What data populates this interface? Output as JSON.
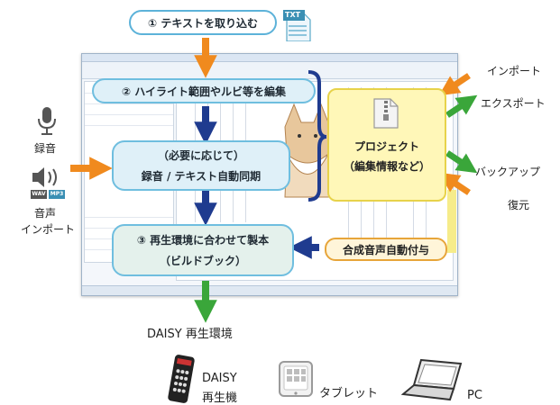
{
  "steps": {
    "step1": "① テキストを取り込む",
    "step2": "② ハイライト範囲やルビ等を編集",
    "recording_line1": "（必要に応じて）",
    "recording_line2": "録音 / テキスト自動同期",
    "step3_line1": "③ 再生環境に合わせて製本",
    "step3_line2": "（ビルドブック）"
  },
  "project": {
    "line1": "プロジェクト",
    "line2": "（編集情報など）"
  },
  "tts": "合成音声自動付与",
  "right_labels": {
    "import": "インポート",
    "export": "エクスポート",
    "backup": "バックアップ",
    "restore": "復元"
  },
  "left_labels": {
    "recording": "録音",
    "audio_import_line1": "音声",
    "audio_import_line2": "インポート"
  },
  "file_icons": {
    "txt": "TXT",
    "wav": "WAV",
    "mp3": "MP3"
  },
  "output": {
    "title": "DAISY 再生環境",
    "devices": [
      {
        "name_line1": "DAISY",
        "name_line2": "再生機",
        "icon": "daisy-player-icon"
      },
      {
        "name_line1": "タブレット",
        "name_line2": "",
        "icon": "tablet-icon"
      },
      {
        "name_line1": "PC",
        "name_line2": "",
        "icon": "laptop-icon"
      }
    ]
  },
  "colors": {
    "arrow_orange": "#f08a1e",
    "arrow_green": "#3aa63a",
    "arrow_navy": "#1f3b8f",
    "box_fill": "#dff0f8",
    "box_border": "#6fbedf",
    "project_fill": "#fff7b8"
  }
}
